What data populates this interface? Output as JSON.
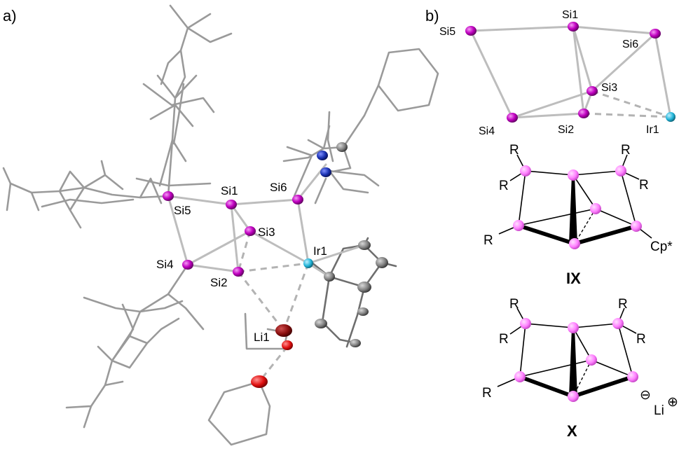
{
  "panels": {
    "a": {
      "label": "a)"
    },
    "b": {
      "label": "b)"
    }
  },
  "crystal_structure_a": {
    "atom_labels": {
      "si1": "Si1",
      "si2": "Si2",
      "si3": "Si3",
      "si4": "Si4",
      "si5": "Si5",
      "si6": "Si6",
      "ir1": "Ir1",
      "li1": "Li1"
    }
  },
  "cluster_core_b": {
    "atom_labels": {
      "si1": "Si1",
      "si2": "Si2",
      "si3": "Si3",
      "si4": "Si4",
      "si5": "Si5",
      "si6": "Si6",
      "ir1": "Ir1"
    }
  },
  "scheme_IX": {
    "substituents": [
      "R",
      "R",
      "R",
      "R",
      "R"
    ],
    "cp_label": "Cp*",
    "compound_label": "IX"
  },
  "scheme_X": {
    "substituents": [
      "R",
      "R",
      "R",
      "R",
      "R"
    ],
    "minus_sign": "⊖",
    "plus_sign": "⊕",
    "counterion": "Li",
    "compound_label": "X"
  },
  "colors": {
    "silicon": "#b400b4",
    "silicon_scheme": "#ff80ff",
    "iridium": "#21b4d8",
    "lithium": "#8b1010",
    "oxygen": "#e01010",
    "nitrogen": "#1830b0",
    "carbon": "#707070"
  }
}
